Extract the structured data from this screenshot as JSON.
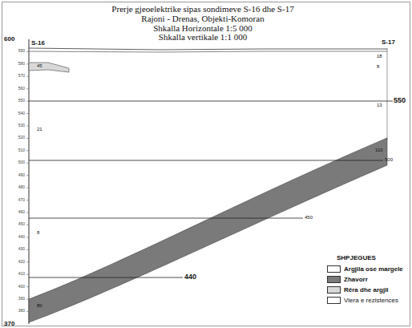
{
  "diagram": {
    "title": "Prerje gjeoelektrike sipas sondimeve S-16 dhe S-17",
    "labels": [
      "Rajoni - Drenas, Objekti-Komoran",
      "Shkalla Horizontale 1:5 000",
      "Shkalla vertikale 1:1 000",
      "S-16",
      "S-17",
      "600",
      "370",
      "550",
      "500",
      "450",
      "440",
      "SHPJEGUES",
      "45",
      "21",
      "8",
      "18",
      "8",
      "13",
      "110",
      "80",
      "590",
      "580",
      "570",
      "560",
      "550",
      "540",
      "530",
      "520",
      "510",
      "500",
      "490",
      "480",
      "470",
      "460",
      "450",
      "440",
      "430",
      "420",
      "410",
      "400",
      "390",
      "380"
    ],
    "legend": [
      {
        "text": "Argjila ose margele",
        "color": "#ffffff"
      },
      {
        "text": "Zhavorr",
        "color": "#7a7a7a"
      },
      {
        "text": "Rëra dhe argjil",
        "color": "#d9d9d9"
      },
      {
        "text": "Vlera e rezistences"
      }
    ]
  }
}
